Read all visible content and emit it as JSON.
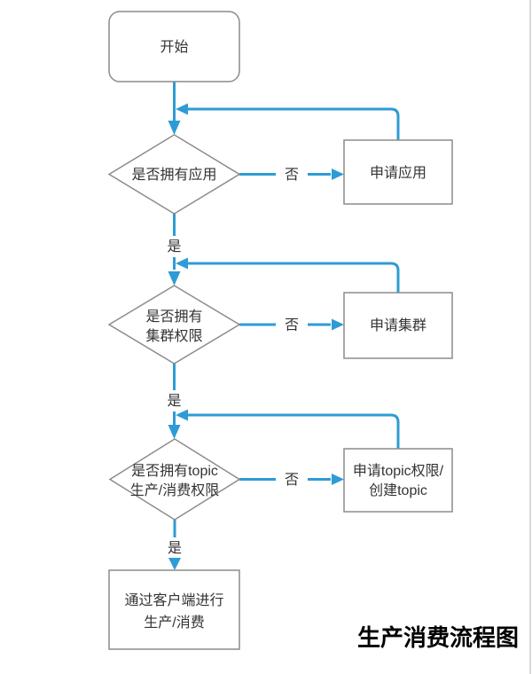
{
  "diagram_title": "生产消费流程图",
  "colors": {
    "connector_blue": "#2e9bd6",
    "shape_border_gray": "#8c8c8c",
    "node_text": "#333333",
    "title_text": "#000000"
  },
  "nodes": {
    "start": {
      "label": "开始"
    },
    "decision_app": {
      "label": "是否拥有应用"
    },
    "apply_app": {
      "label": "申请应用"
    },
    "decision_cluster": {
      "label_line1": "是否拥有",
      "label_line2": "集群权限"
    },
    "apply_cluster": {
      "label": "申请集群"
    },
    "decision_topic": {
      "label_line1": "是否拥有topic",
      "label_line2": "生产/消费权限"
    },
    "apply_topic": {
      "label_line1": "申请topic权限/",
      "label_line2": "创建topic"
    },
    "client_produce_consume": {
      "label_line1": "通过客户端进行",
      "label_line2": "生产/消费"
    }
  },
  "edge_labels": {
    "yes": "是",
    "no": "否"
  }
}
